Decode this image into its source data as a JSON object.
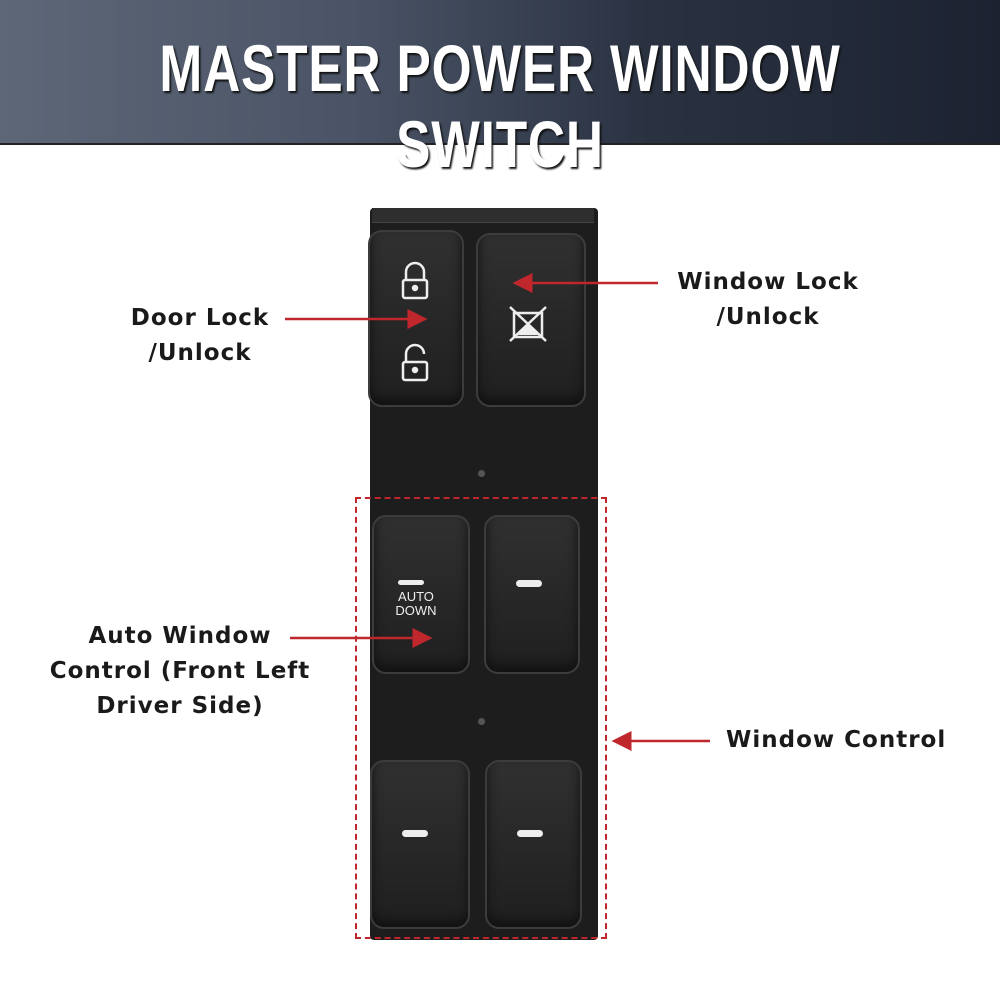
{
  "header": {
    "title": "MASTER POWER WINDOW SWITCH"
  },
  "labels": {
    "door_lock": [
      "Door Lock",
      "/Unlock"
    ],
    "window_lock": [
      "Window Lock",
      "/Unlock"
    ],
    "auto_window": [
      "Auto Window",
      "Control (Front Left",
      "Driver Side)"
    ],
    "window_control": "Window Control"
  },
  "switch": {
    "auto_text": [
      "AUTO",
      "DOWN"
    ]
  },
  "colors": {
    "arrow": "#c0272d",
    "header_start": "#5d6778",
    "header_end": "#1c2230"
  }
}
